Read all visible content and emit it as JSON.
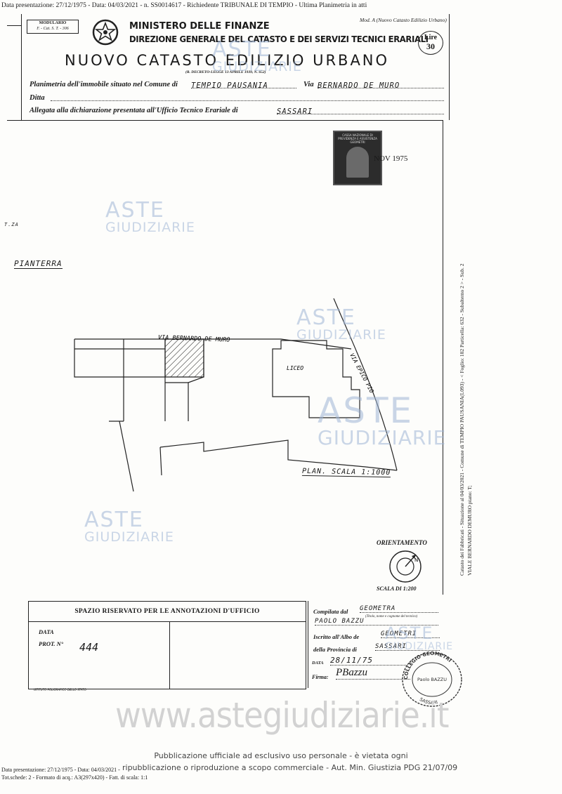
{
  "header_bar": "Data presentazione: 27/12/1975 - Data: 04/03/2021 - n. SS0014617 - Richiedente TRIBUNALE DI TEMPIO - Ultima Planimetria in atti",
  "modulario": {
    "title": "MODULARIO",
    "code": "F. - Cat. S. T. - 306"
  },
  "mod_a": "Mod. A (Nuovo Catasto Edilizio Urbano)",
  "ministry": {
    "line1": "MINISTERO DELLE FINANZE",
    "line2": "DIREZIONE GENERALE DEL CATASTO E DEI SERVIZI TECNICI ERARIALI"
  },
  "lire": {
    "label": "Lire",
    "value": "30"
  },
  "main_title": "NUOVO CATASTO EDILIZIO URBANO",
  "decree": "(R. DECRETO-LEGGE 13 APRILE 1939, N. 652)",
  "form": {
    "planimetria_label": "Planimetria dell'immobile situato nel Comune di",
    "comune": "TEMPIO PAUSANIA",
    "via_label": "Via",
    "via": "BERNARDO DE MURO",
    "ditta_label": "Ditta",
    "allegata_label": "Allegata alla dichiarazione presentata all'Ufficio Tecnico Erariale di",
    "ufficio": "SASSARI"
  },
  "stamp_text": "CASSA NAZIONALE DI PREVIDENZA E ASSISTENZA GEOMETRI",
  "stamp_date": "NOV 1975",
  "side_text": "Catasto dei Fabbricati - Situazione al 04/03/2021 - Comune di TEMPIO PAUSANIA(L093) - < Foglio: 182 Particella: 632 - Subalterno 2 > - Sub. 2",
  "side_text2": "VIALE BERNARDO DEMURO piano: T;",
  "plan": {
    "floor_label": "PIANTERRA",
    "tza": "T.ZA",
    "street_label": "VIA BERNARDO DE MURO",
    "liceo": "LICEO",
    "via_giov": "VIA EPICO PIO",
    "scale_note": "PLAN. SCALA 1:1000",
    "orient_label": "ORIENTAMENTO",
    "north": "N",
    "scale_label": "SCALA DI 1:200"
  },
  "office": {
    "title": "SPAZIO RISERVATO PER LE ANNOTAZIONI D'UFFICIO",
    "data_label": "DATA",
    "prot_label": "PROT. N°",
    "prot_value": "444",
    "publisher": "ISTITUTO POLIGRAFICO DELLO STATO"
  },
  "compiler": {
    "compilata_label": "Compilata dal",
    "title": "GEOMETRA",
    "subtitle": "(Titolo, nome e cognome del tecnico)",
    "name": "PAOLO BAZZU",
    "iscritto_label": "Iscritto all'Albo de",
    "albo": "GEOMETRI",
    "provincia_label": "della Provincia di",
    "provincia": "SASSARI",
    "data_label": "DATA",
    "data_value": "28/11/75",
    "firma_label": "Firma:",
    "firma": "PBazzu",
    "seal_top": "COLLEGIO GEOMETRI",
    "seal_name": "Paolo BAZZU",
    "seal_bottom": "SASSARI"
  },
  "watermark": {
    "aste": "ASTE",
    "giudiziarie": "GIUDIZIARIE",
    "url": "www.astegiudiziarie.it"
  },
  "footer": {
    "pub1": "Pubblicazione ufficiale ad esclusivo uso personale - è vietata ogni",
    "pub2": "ripubblicazione o riproduzione a scopo commerciale - Aut. Min. Giustizia PDG 21/07/09",
    "left1": "Data presentazione: 27/12/1975 - Data: 04/03/2021 - n. SS0014617",
    "left2": "Tot.schede: 2 - Formato di acq.: A3(297x420) - Fatt. di scala: 1:1"
  }
}
